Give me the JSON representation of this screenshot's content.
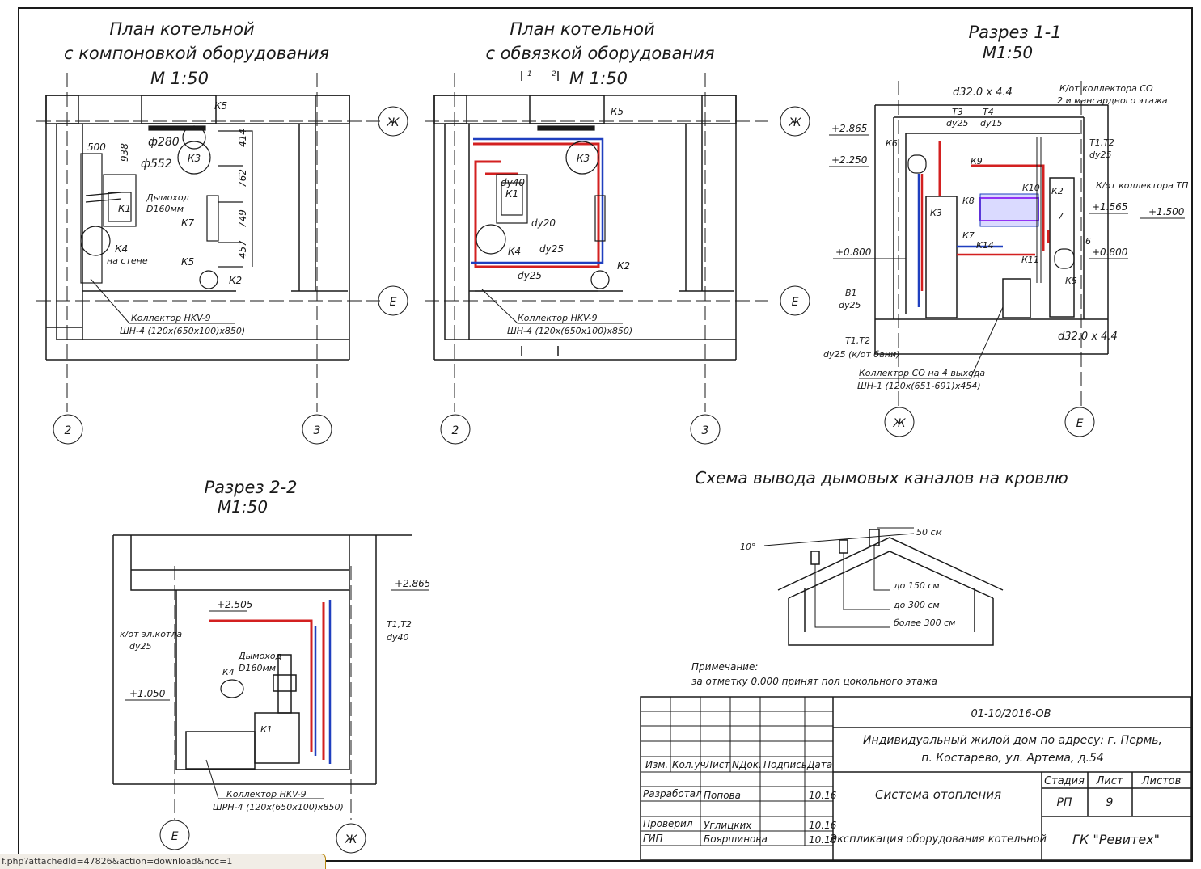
{
  "plan1": {
    "title1": "План котельной",
    "title2": "с компоновкой оборудования",
    "scale": "М 1:50",
    "dims": [
      "500",
      "938",
      "414",
      "762",
      "749",
      "457"
    ],
    "labels": {
      "k5": "К5",
      "k3": "К3",
      "k1": "К1",
      "k7": "К7",
      "k4": "К4",
      "k4_note": "на стене",
      "k5b": "К5",
      "k2": "К2",
      "phi280": "ф280",
      "phi552": "ф552",
      "chimney1": "Дымоход",
      "chimney2": "D160мм",
      "coll1": "Коллектор HKV-9",
      "coll2": "ШН-4 (120х(650х100)х850)"
    },
    "axes": {
      "zh": "Ж",
      "e": "Е",
      "a2": "2",
      "a3": "3"
    }
  },
  "plan2": {
    "title1": "План котельной",
    "title2": "с обвязкой оборудования",
    "scale": "М 1:50",
    "cut1": "1",
    "cut2": "2",
    "labels": {
      "k5": "К5",
      "k3": "К3",
      "k1": "К1",
      "k4": "К4",
      "k2": "К2",
      "dy40": "dy40",
      "dy20": "dy20",
      "dy25a": "dy25",
      "dy25b": "dy25",
      "coll1": "Коллектор HKV-9",
      "coll2": "ШН-4 (120х(650х100)х850)"
    },
    "axes": {
      "zh": "Ж",
      "e": "Е",
      "a2": "2",
      "a3": "3"
    }
  },
  "sec11": {
    "title": "Разрез 1-1",
    "scale": "М1:50",
    "levels": [
      "+2.865",
      "+2.250",
      "+0.800",
      "+1.565",
      "+1.500",
      "+0.800"
    ],
    "labels": {
      "d32a": "d32.0 х 4.4",
      "t3": "Т3",
      "dy25": "dy25",
      "t4": "Т4",
      "dy15": "dy15",
      "kco1": "К/от коллектора СО",
      "kco2": "2 и мансардного этажа",
      "t1t2": "Т1,Т2",
      "dy25b": "dy25",
      "ktp": "К/от коллектора ТП",
      "k6": "К6",
      "k9": "К9",
      "k8": "К8",
      "k10": "К10",
      "k3": "К3",
      "k7": "К7",
      "k14": "К14",
      "k11": "К11",
      "k2": "К2",
      "k5": "К5",
      "n7": "7",
      "n6": "6",
      "b1": "В1",
      "dy25c": "dy25",
      "d32b": "d32.0 х 4.4",
      "t1t2b": "Т1,Т2",
      "dy25bath": "dy25 (к/от бани)",
      "coll1": "Коллектор СО на 4 выхода",
      "coll2": "ШН-1 (120х(651-691)х454)"
    },
    "axes": {
      "zh": "Ж",
      "e": "Е"
    }
  },
  "sec22": {
    "title": "Разрез 2-2",
    "scale": "М1:50",
    "levels": [
      "+2.865",
      "+2.505",
      "+1.050"
    ],
    "labels": {
      "kel1": "к/от эл.котла",
      "kel2": "dy25",
      "t1t2": "Т1,Т2",
      "dy40": "dy40",
      "chimney1": "Дымоход",
      "chimney2": "D160мм",
      "k4": "К4",
      "k1": "К1",
      "coll1": "Коллектор HKV-9",
      "coll2": "ШРН-4 (120х(650х100)х850)"
    },
    "axes": {
      "e": "Е",
      "zh": "Ж"
    }
  },
  "roof": {
    "title": "Схема вывода дымовых каналов на кровлю",
    "angle": "10°",
    "h50": "50 см",
    "d150": "до 150 см",
    "d300": "до 300 см",
    "m300": "более 300 см"
  },
  "note": {
    "title": "Примечание:",
    "text": "за отметку 0.000 принят пол цокольного этажа"
  },
  "stamp": {
    "code": "01-10/2016-ОВ",
    "object1": "Индивидуальный жилой дом по адресу: г. Пермь,",
    "object2": "п. Костарево, ул. Артема, д.54",
    "head": [
      "Изм.",
      "Кол.уч",
      "Лист",
      "NДок.",
      "Подпись",
      "Дата"
    ],
    "rows": [
      {
        "role": "Разработал",
        "name": "Попова",
        "date": "10.16"
      },
      {
        "role": "Проверил",
        "name": "Углицких",
        "date": "10.16"
      },
      {
        "role": "ГИП",
        "name": "Бояршинова",
        "date": "10.16"
      }
    ],
    "system": "Система отопления",
    "stage_h": "Стадия",
    "sheet_h": "Лист",
    "sheets_h": "Листов",
    "stage": "РП",
    "sheet": "9",
    "sheet_title": "Экспликация оборудования котельной",
    "company": "ГК \"Ревитех\""
  },
  "status_url": "f.php?attachedId=47826&action=download&ncc=1"
}
